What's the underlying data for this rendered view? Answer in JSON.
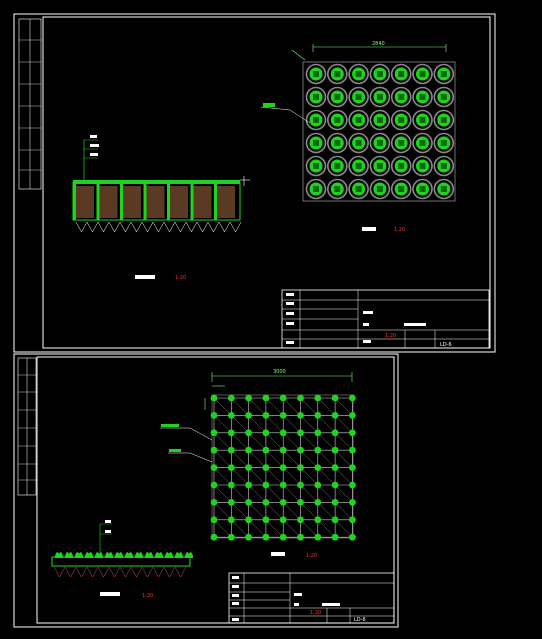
{
  "colors": {
    "background": "#000000",
    "frame": "#ffffff",
    "plant_green": "#1fd41f",
    "soil_brown": "#5a3a22",
    "grid_grey": "#8a8a8a",
    "scale_red": "#ff3030"
  },
  "sheet1": {
    "top_dimension": "2840",
    "corner_dimension": "",
    "leader_label": "",
    "plan_caption": "",
    "plan_scale": "1:20",
    "section_caption": "",
    "section_scale": "1:20",
    "section_leader_labels": [
      "",
      "",
      ""
    ],
    "title_block": {
      "project": "",
      "drawing_name": "",
      "scale": "1:20",
      "sheet_no": "LD-6",
      "rows": [
        "",
        "",
        "",
        "",
        ""
      ]
    }
  },
  "sheet2": {
    "top_dimension": "3000",
    "side_dimension": "",
    "leader_labels": [
      "",
      ""
    ],
    "plan_caption": "",
    "plan_scale": "1:20",
    "section_caption": "",
    "section_scale": "1:20",
    "section_leader_labels": [
      "",
      ""
    ],
    "title_block": {
      "project": "",
      "drawing_name": "",
      "scale": "1:20",
      "sheet_no": "LD-6",
      "rows": [
        "",
        "",
        "",
        "",
        ""
      ]
    }
  }
}
